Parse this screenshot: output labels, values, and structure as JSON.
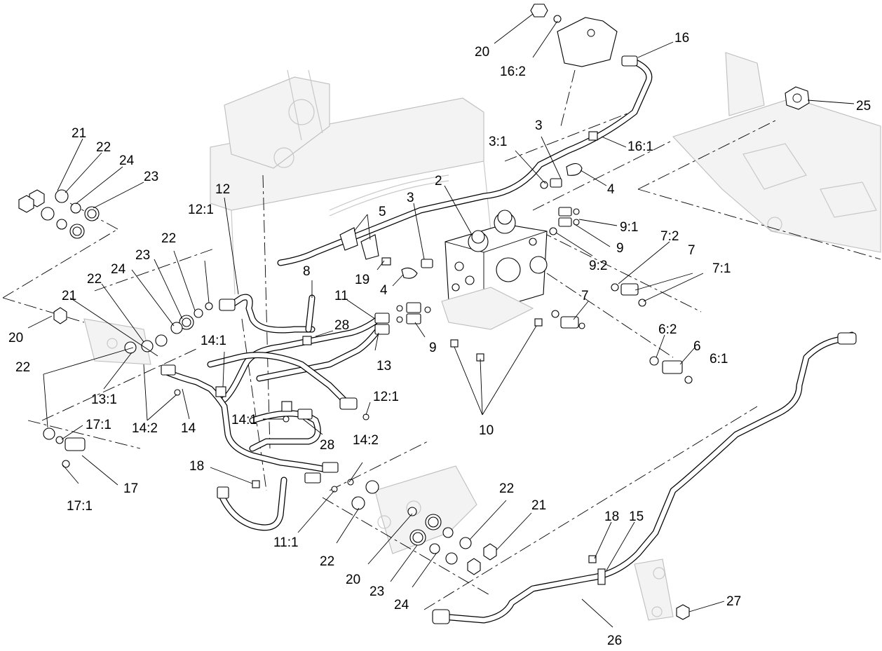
{
  "callouts": [
    {
      "id": "c-20-top",
      "label": "20"
    },
    {
      "id": "c-16-2",
      "label": "16:2"
    },
    {
      "id": "c-16",
      "label": "16"
    },
    {
      "id": "c-25",
      "label": "25"
    },
    {
      "id": "c-3-a",
      "label": "3"
    },
    {
      "id": "c-3-1",
      "label": "3:1"
    },
    {
      "id": "c-16-1",
      "label": "16:1"
    },
    {
      "id": "c-4-a",
      "label": "4"
    },
    {
      "id": "c-2",
      "label": "2"
    },
    {
      "id": "c-3-b",
      "label": "3"
    },
    {
      "id": "c-12",
      "label": "12"
    },
    {
      "id": "c-21-a",
      "label": "21"
    },
    {
      "id": "c-22-a",
      "label": "22"
    },
    {
      "id": "c-24-a",
      "label": "24"
    },
    {
      "id": "c-23-a",
      "label": "23"
    },
    {
      "id": "c-5",
      "label": "5"
    },
    {
      "id": "c-9-1",
      "label": "9:1"
    },
    {
      "id": "c-9-a",
      "label": "9"
    },
    {
      "id": "c-7-2",
      "label": "7:2"
    },
    {
      "id": "c-7-a",
      "label": "7"
    },
    {
      "id": "c-9-2",
      "label": "9:2"
    },
    {
      "id": "c-7-1",
      "label": "7:1"
    },
    {
      "id": "c-12-1-a",
      "label": "12:1"
    },
    {
      "id": "c-22-b",
      "label": "22"
    },
    {
      "id": "c-23-b",
      "label": "23"
    },
    {
      "id": "c-24-b",
      "label": "24"
    },
    {
      "id": "c-22-c",
      "label": "22"
    },
    {
      "id": "c-19",
      "label": "19"
    },
    {
      "id": "c-4-b",
      "label": "4"
    },
    {
      "id": "c-8",
      "label": "8"
    },
    {
      "id": "c-21-b",
      "label": "21"
    },
    {
      "id": "c-11",
      "label": "11"
    },
    {
      "id": "c-7-b",
      "label": "7"
    },
    {
      "id": "c-28-a",
      "label": "28"
    },
    {
      "id": "c-20-mid",
      "label": "20"
    },
    {
      "id": "c-9-b",
      "label": "9"
    },
    {
      "id": "c-6-2",
      "label": "6:2"
    },
    {
      "id": "c-14-1-a",
      "label": "14:1"
    },
    {
      "id": "c-13",
      "label": "13"
    },
    {
      "id": "c-6",
      "label": "6"
    },
    {
      "id": "c-22-d",
      "label": "22"
    },
    {
      "id": "c-6-1",
      "label": "6:1"
    },
    {
      "id": "c-13-1",
      "label": "13:1"
    },
    {
      "id": "c-12-1-b",
      "label": "12:1"
    },
    {
      "id": "c-17-1-a",
      "label": "17:1"
    },
    {
      "id": "c-14-1-b",
      "label": "14:1"
    },
    {
      "id": "c-14-2-a",
      "label": "14:2"
    },
    {
      "id": "c-14",
      "label": "14"
    },
    {
      "id": "c-28-b",
      "label": "28"
    },
    {
      "id": "c-10",
      "label": "10"
    },
    {
      "id": "c-14-2-b",
      "label": "14:2"
    },
    {
      "id": "c-18-a",
      "label": "18"
    },
    {
      "id": "c-17",
      "label": "17"
    },
    {
      "id": "c-17-1-b",
      "label": "17:1"
    },
    {
      "id": "c-22-e",
      "label": "22"
    },
    {
      "id": "c-21-c",
      "label": "21"
    },
    {
      "id": "c-18-b",
      "label": "18"
    },
    {
      "id": "c-15",
      "label": "15"
    },
    {
      "id": "c-11-1",
      "label": "11:1"
    },
    {
      "id": "c-22-f",
      "label": "22"
    },
    {
      "id": "c-20-bot",
      "label": "20"
    },
    {
      "id": "c-27",
      "label": "27"
    },
    {
      "id": "c-23-c",
      "label": "23"
    },
    {
      "id": "c-24-c",
      "label": "24"
    },
    {
      "id": "c-26",
      "label": "26"
    }
  ]
}
